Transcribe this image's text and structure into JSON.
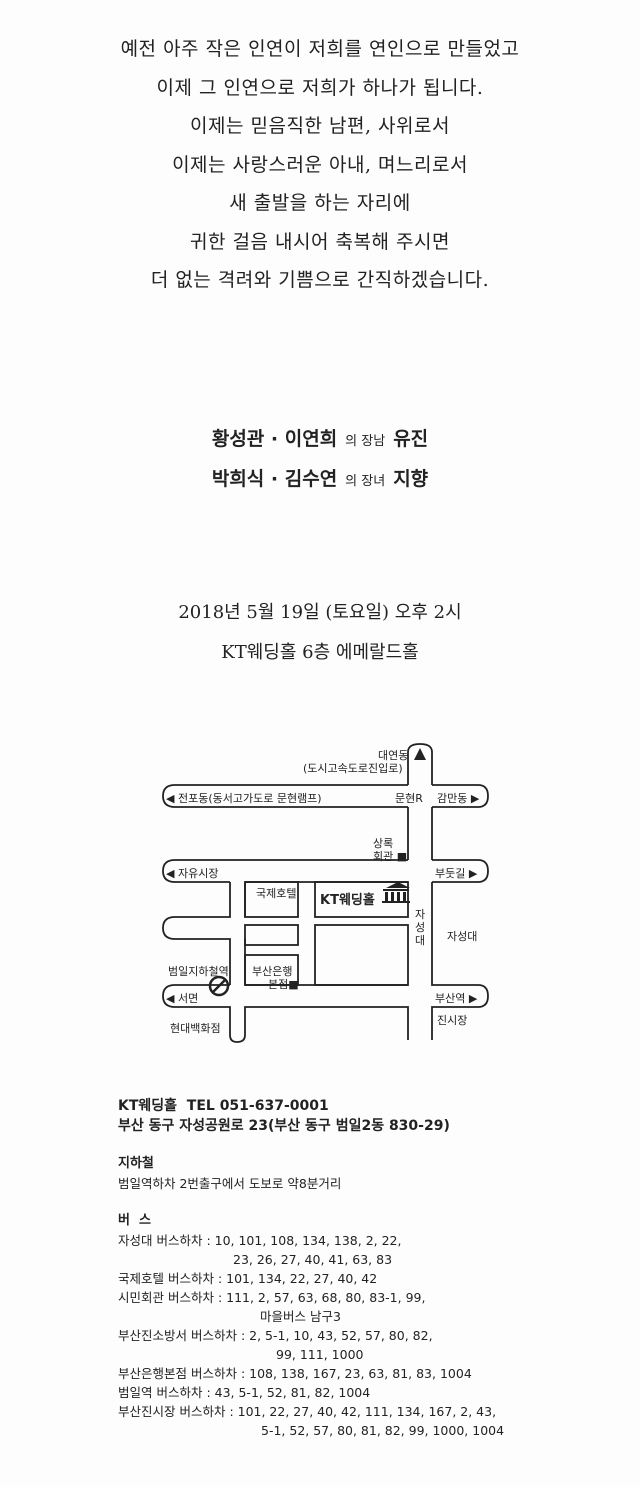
{
  "message": [
    "예전 아주 작은 인연이 저희를 연인으로 만들었고",
    "이제 그 인연으로 저희가 하나가 됩니다.",
    "이제는 믿음직한 남편, 사위로서",
    "이제는 사랑스러운 아내, 며느리로서",
    "새 출발을 하는 자리에",
    "귀한 걸음 내시어 축복해 주시면",
    "더 없는 격려와 기쁨으로 간직하겠습니다."
  ],
  "families": [
    {
      "parents": "황성관 · 이연희",
      "relation": "의 장남",
      "name": "유진"
    },
    {
      "parents": "박희식 · 김수연",
      "relation": "의 장녀",
      "name": "지향"
    }
  ],
  "event": {
    "datetime": "2018년 5월 19일 (토요일) 오후 2시",
    "venue": "KT웨딩홀 6층 에메랄드홀"
  },
  "map": {
    "daeyeon": "대연동",
    "daeyeon_sub": "(도시고속도로진입로)",
    "jeonpo": "◀ 전포동(동서고가도로 문현램프)",
    "munhyeon": "문현R",
    "gamman": "감만동 ▶",
    "sangnok": "상록",
    "hoegwan": "회관 ■",
    "jayu": "◀ 자유시장",
    "budut": "부둣길 ▶",
    "hotel": "국제호텔",
    "kt": "KT웨딩홀",
    "jaseongdae_road": "자성대",
    "jaseongdae": "자성대",
    "beomil": "범일지하철역",
    "bank1": "부산은행",
    "bank2": "본점■",
    "seomyeon": "◀ 서면",
    "busanstation": "부산역 ▶",
    "jinsijang": "진시장",
    "hyundai": "현대백화점"
  },
  "info": {
    "line1": "KT웨딩홀  TEL 051-637-0001",
    "line2": "부산 동구 자성공원로 23(부산 동구 범일2동 830-29)",
    "subway_title": "지하철",
    "subway": "범일역하차 2번출구에서 도보로 약8분거리",
    "bus_title": "버  스",
    "bus": [
      "자성대 버스하차 : 10, 101, 108, 134, 138, 2, 22,",
      "23, 26, 27, 40, 41, 63, 83",
      "국제호텔 버스하차 : 101, 134, 22, 27, 40, 42",
      "시민회관 버스하차 : 111, 2, 57, 63, 68, 80, 83-1, 99,",
      "마을버스 남구3",
      "부산진소방서 버스하차 : 2, 5-1, 10, 43, 52, 57, 80, 82,",
      "99, 111, 1000",
      "부산은행본점 버스하차 : 108, 138, 167, 23, 63, 81, 83, 1004",
      "범일역 버스하차 : 43, 5-1, 52, 81, 82, 1004",
      "부산진시장 버스하차 : 101, 22, 27, 40, 42, 111, 134, 167, 2, 43,",
      "5-1, 52, 57, 80, 81, 82, 99, 1000, 1004"
    ]
  }
}
